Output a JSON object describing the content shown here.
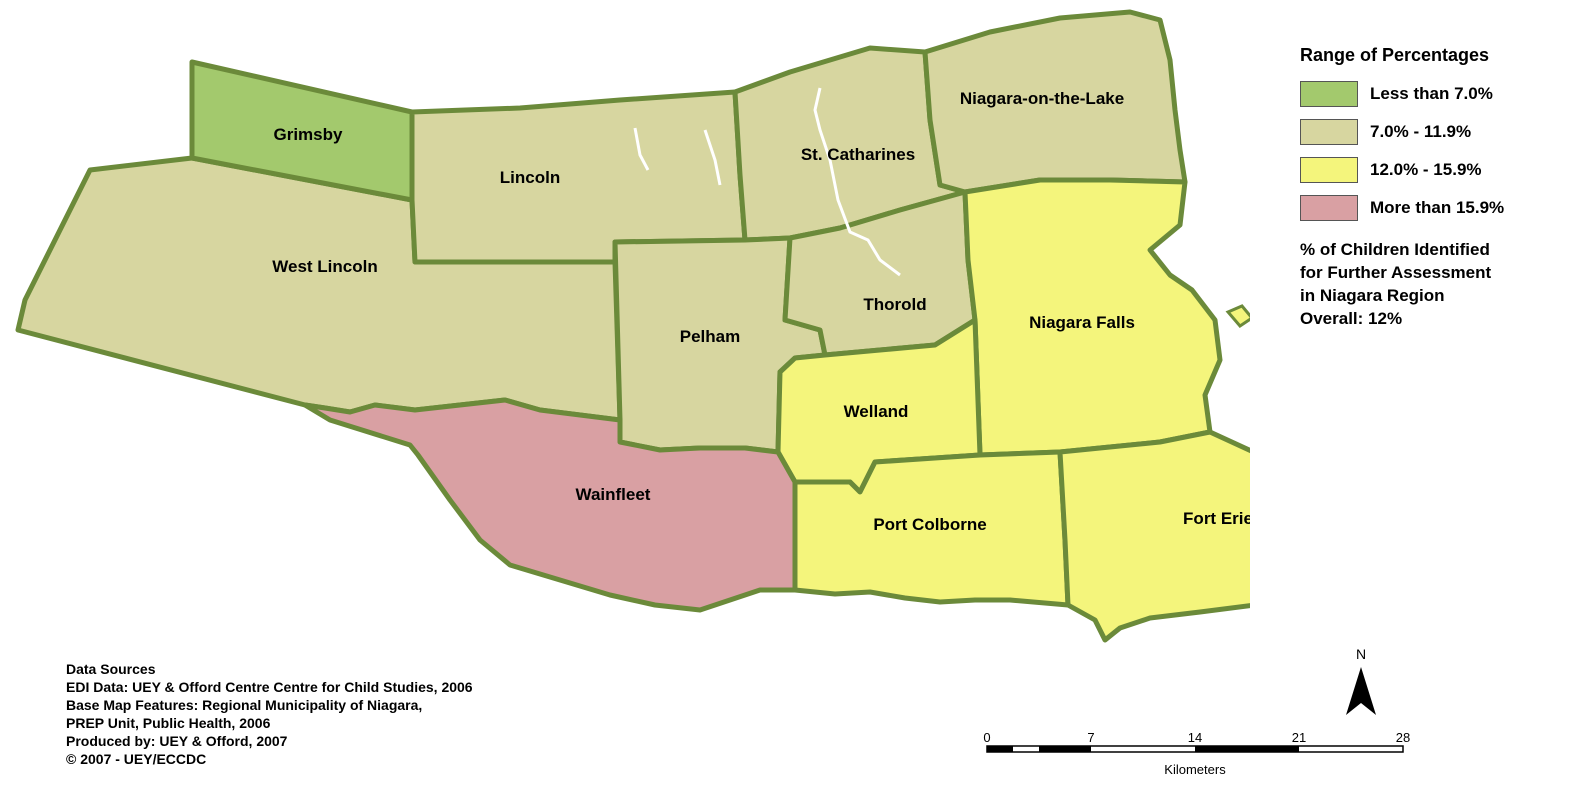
{
  "regions": [
    {
      "id": "grimsby",
      "name": "Grimsby",
      "color": "#a3c96d"
    },
    {
      "id": "lincoln",
      "name": "Lincoln",
      "color": "#d7d6a0"
    },
    {
      "id": "st-catharines",
      "name": "St. Catharines",
      "color": "#d7d6a0"
    },
    {
      "id": "niagara-on-the-lake",
      "name": "Niagara-on-the-Lake",
      "color": "#d7d6a0"
    },
    {
      "id": "west-lincoln",
      "name": "West Lincoln",
      "color": "#d7d6a0"
    },
    {
      "id": "pelham",
      "name": "Pelham",
      "color": "#d7d6a0"
    },
    {
      "id": "thorold",
      "name": "Thorold",
      "color": "#d7d6a0"
    },
    {
      "id": "niagara-falls",
      "name": "Niagara Falls",
      "color": "#f4f57c"
    },
    {
      "id": "welland",
      "name": "Welland",
      "color": "#f4f57c"
    },
    {
      "id": "wainfleet",
      "name": "Wainfleet",
      "color": "#d9a0a3"
    },
    {
      "id": "port-colborne",
      "name": "Port Colborne",
      "color": "#f4f57c"
    },
    {
      "id": "fort-erie",
      "name": "Fort Erie",
      "color": "#f4f57c"
    }
  ],
  "legend": {
    "title": "Range of Percentages",
    "items": [
      {
        "label": "Less than 7.0%",
        "color": "#a3c96d"
      },
      {
        "label": "7.0% - 11.9%",
        "color": "#d7d6a0"
      },
      {
        "label": "12.0% - 15.9%",
        "color": "#f4f57c"
      },
      {
        "label": "More than 15.9%",
        "color": "#d9a0a3"
      }
    ],
    "note_lines": [
      "% of Children Identified",
      "for Further Assessment",
      "in Niagara Region",
      "Overall:  12%"
    ]
  },
  "sources": {
    "lines": [
      "Data Sources",
      "EDI Data: UEY & Offord Centre Centre for Child Studies, 2006",
      "Base Map Features: Regional Municipality of Niagara,",
      "PREP Unit, Public Health, 2006",
      "Produced by: UEY & Offord, 2007",
      "© 2007 - UEY/ECCDC"
    ]
  },
  "north_label": "N",
  "scale": {
    "ticks": [
      "0",
      "7",
      "14",
      "21",
      "28"
    ],
    "unit": "Kilometers"
  }
}
